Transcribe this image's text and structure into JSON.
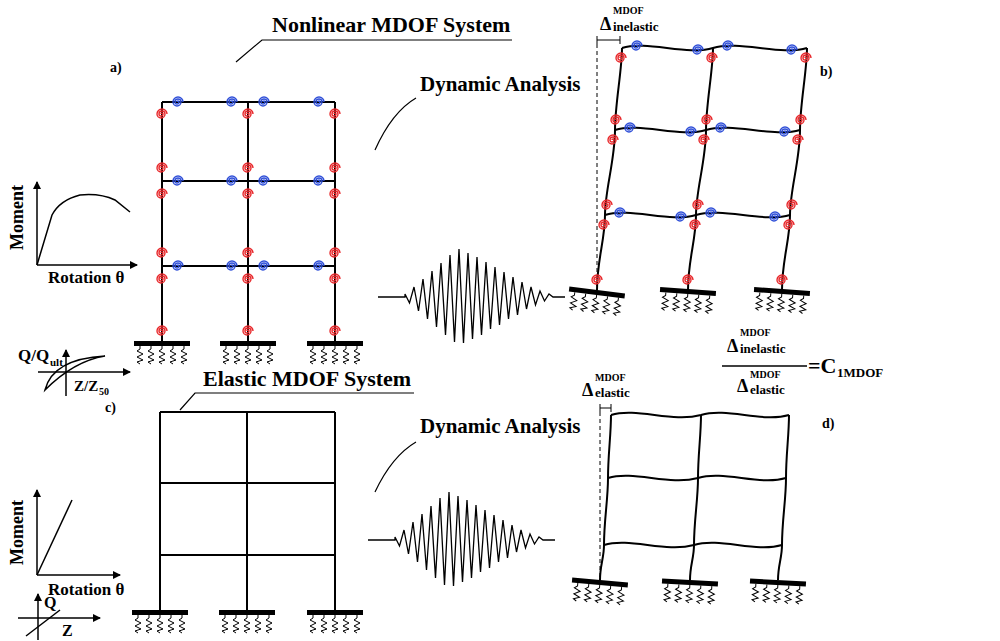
{
  "diagram": {
    "labels": [
      "Nonlinear MDOF System",
      "a)",
      "b)",
      "c)",
      "d)",
      "Moment",
      "Rotation θ",
      "Q/Q",
      "ult",
      "Z/Z",
      "50",
      "Dynamic Analysis",
      "Δ",
      "MDOF",
      "inelastic",
      "Δ",
      "MDOF",
      "inelastic",
      "Δ",
      "MDOF",
      "elastic",
      "=C",
      "1MDOF",
      "Elastic MDOF System",
      "Moment",
      "Rotation θ",
      "Q",
      "Z",
      "Dynamic Analysis",
      "Δ",
      "MDOF",
      "elastic"
    ]
  }
}
